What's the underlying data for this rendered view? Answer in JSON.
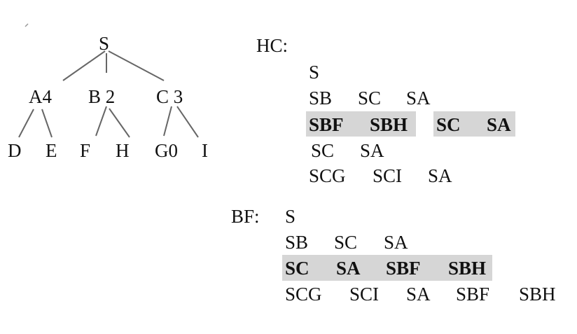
{
  "tree": {
    "root": "S",
    "level1": [
      "A4",
      "B 2",
      "C 3"
    ],
    "leaves": [
      "D",
      "E",
      "F",
      "H",
      "G0",
      "I"
    ]
  },
  "hc": {
    "label": "HC:",
    "rows": [
      [
        "S"
      ],
      [
        "SB",
        "SC",
        "SA"
      ],
      [
        "SBF",
        "SBH",
        "SC",
        "SA"
      ],
      [
        "SC",
        "SA"
      ],
      [
        "SCG",
        "SCI",
        "SA"
      ]
    ]
  },
  "bf": {
    "label": "BF:",
    "rows": [
      [
        "S"
      ],
      [
        "SB",
        "SC",
        "SA"
      ],
      [
        "SC",
        "SA",
        "SBF",
        "SBH"
      ],
      [
        "SCG",
        "SCI",
        "SA",
        "SBF",
        "SBH"
      ]
    ]
  },
  "colors": {
    "highlight": "#d6d6d6",
    "edge": "#666666",
    "text": "#111111"
  }
}
